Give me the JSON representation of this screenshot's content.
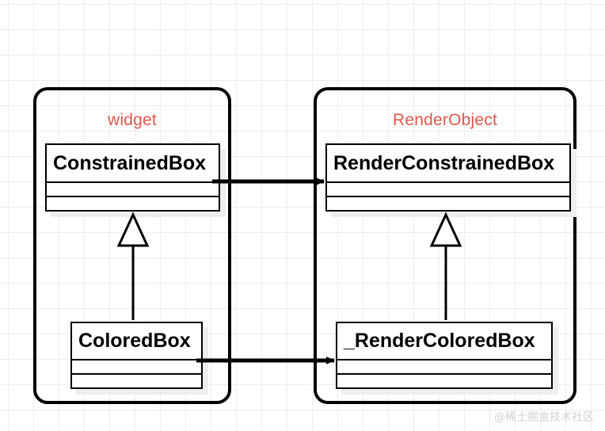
{
  "diagram": {
    "type": "uml-class-diagram",
    "background": "#ffffff",
    "grid_color": "#ececed",
    "accent_color": "#e0574a",
    "line_color": "#000000",
    "groups": [
      {
        "id": "widget-group",
        "label": "widget",
        "classes": [
          {
            "id": "constrained-box",
            "name": "ConstrainedBox",
            "compartments": 2
          },
          {
            "id": "colored-box",
            "name": "ColoredBox",
            "compartments": 2
          }
        ]
      },
      {
        "id": "renderobject-group",
        "label": "RenderObject",
        "classes": [
          {
            "id": "render-constrained-box",
            "name": "RenderConstrainedBox",
            "compartments": 2
          },
          {
            "id": "render-colored-box",
            "name": "_RenderColoredBox",
            "compartments": 2
          }
        ]
      }
    ],
    "relations": [
      {
        "id": "rel-constrained-to-render",
        "kind": "association",
        "arrow": "solid-filled",
        "from": "ConstrainedBox",
        "to": "RenderConstrainedBox"
      },
      {
        "id": "rel-colored-to-render",
        "kind": "association",
        "arrow": "solid-filled",
        "from": "ColoredBox",
        "to": "_RenderColoredBox"
      },
      {
        "id": "rel-colored-inherits-constrained",
        "kind": "generalization",
        "arrow": "hollow-triangle",
        "from": "ColoredBox",
        "to": "ConstrainedBox"
      },
      {
        "id": "rel-rendercolored-inherits-renderconstrained",
        "kind": "generalization",
        "arrow": "hollow-triangle",
        "from": "_RenderColoredBox",
        "to": "RenderConstrainedBox"
      }
    ]
  },
  "watermark": {
    "text": "@稀土掘金技术社区"
  }
}
